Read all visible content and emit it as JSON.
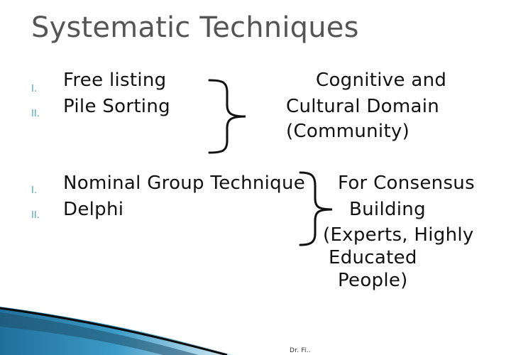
{
  "slide": {
    "title": "Systematic Techniques"
  },
  "group1": {
    "items": [
      {
        "numeral": "I.",
        "label": "Free listing"
      },
      {
        "numeral": "II.",
        "label": "Pile Sorting"
      }
    ],
    "note_lines": [
      "Cognitive and",
      "Cultural Domain",
      "(Community)"
    ]
  },
  "group2": {
    "items": [
      {
        "numeral": "I.",
        "label": "Nominal Group Technique"
      },
      {
        "numeral": "II.",
        "label": "Delphi"
      }
    ],
    "note_lines": [
      "For Consensus",
      "Building",
      "(Experts, Highly",
      "Educated",
      "People)"
    ]
  },
  "footer": {
    "text": "Dr. Fi.."
  }
}
